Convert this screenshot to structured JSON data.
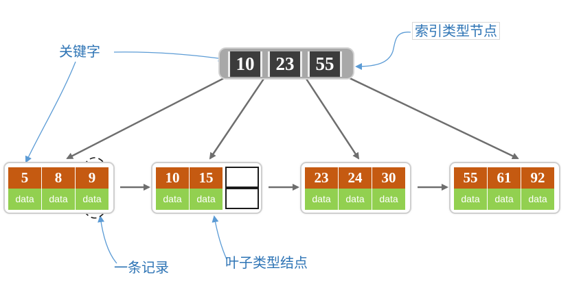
{
  "index_node": {
    "keys": [
      "10",
      "23",
      "55"
    ]
  },
  "leaf_nodes": [
    {
      "keys": [
        "5",
        "8",
        "9"
      ],
      "data": [
        "data",
        "data",
        "data"
      ]
    },
    {
      "keys": [
        "10",
        "15"
      ],
      "data": [
        "data",
        "data"
      ],
      "empty_slots": 1
    },
    {
      "keys": [
        "23",
        "24",
        "30"
      ],
      "data": [
        "data",
        "data",
        "data"
      ]
    },
    {
      "keys": [
        "55",
        "61",
        "92"
      ],
      "data": [
        "data",
        "data",
        "data"
      ]
    }
  ],
  "callouts": {
    "keyword": "关键字",
    "index_node_type": "索引类型节点",
    "record": "一条记录",
    "leaf_node_type": "叶子类型结点"
  },
  "colors": {
    "index_key_bg": "#3c3c3c",
    "index_frame": "#a8a8a8",
    "leaf_key_bg": "#c55a11",
    "leaf_data_bg": "#92d050",
    "arrow": "#6e6e6e",
    "callout_text": "#2e74b5",
    "callout_line": "#5b9bd5"
  }
}
